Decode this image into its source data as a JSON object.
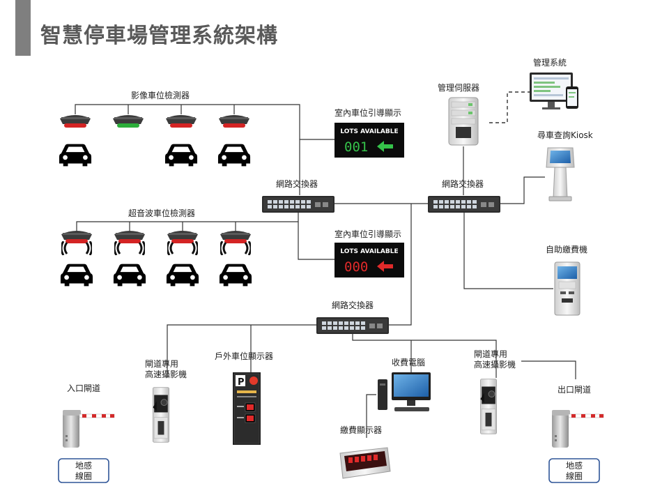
{
  "title": "智慧停車場管理系統架構",
  "labels": {
    "image_detector": "影像車位檢測器",
    "ultrasonic_detector": "超音波車位檢測器",
    "indoor_guide_1": "室內車位引導顯示",
    "indoor_guide_2": "室內車位引導顯示",
    "switch_left": "網路交換器",
    "switch_right": "網路交換器",
    "switch_bottom": "網路交換器",
    "mgmt_server": "管理伺服器",
    "mgmt_system": "管理系統",
    "kiosk": "尋車查詢Kiosk",
    "payment_machine": "自助繳費機",
    "outdoor_display": "戶外車位顯示器",
    "pay_pc": "收費電腦",
    "pay_display": "繳費顯示器",
    "entry_gate": "入口閘道",
    "exit_gate": "出口閘道",
    "cam_left_l1": "閘道專用",
    "cam_left_l2": "高速攝影機",
    "cam_right_l1": "閘道專用",
    "cam_right_l2": "高速攝影機",
    "loop_left_l1": "地感",
    "loop_left_l2": "線圈",
    "loop_right_l1": "地感",
    "loop_right_l2": "線圈"
  },
  "signs": {
    "green": {
      "header": "LOTS AVAILABLE",
      "value": "001",
      "color": "#35c24a"
    },
    "red": {
      "header": "LOTS AVAILABLE",
      "value": "000",
      "color": "#e02a2a"
    }
  },
  "image_detectors": [
    {
      "lamp": "red",
      "car": true
    },
    {
      "lamp": "green",
      "car": false
    },
    {
      "lamp": "red",
      "car": true
    },
    {
      "lamp": "red",
      "car": true
    }
  ],
  "ultrasonic_detectors": [
    {
      "lamp": "red",
      "car": true
    },
    {
      "lamp": "red",
      "car": true
    },
    {
      "lamp": "red",
      "car": true
    },
    {
      "lamp": "red",
      "car": true
    }
  ],
  "colors": {
    "lamp_red": "#d42424",
    "lamp_green": "#2cae3a",
    "loop_border": "#2f5597",
    "title_bar": "#7f7f7f"
  }
}
